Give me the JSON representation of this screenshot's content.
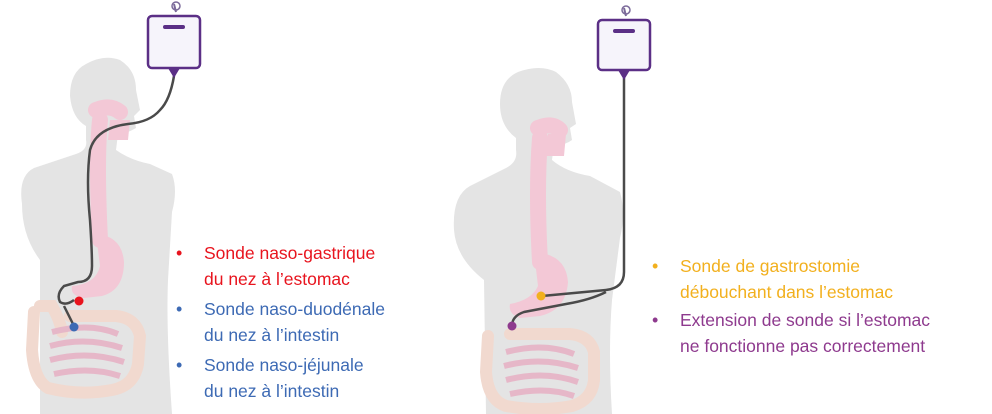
{
  "colors": {
    "red": "#e8141e",
    "blue": "#3d6ab4",
    "orange": "#f2b01e",
    "purple": "#8e3a8e",
    "silhouette": "#e4e4e4",
    "organ_pink": "#f3c8d6",
    "intestine": "#f1d9cf",
    "tube": "#4a4a4a",
    "bag_outline": "#5b2f86"
  },
  "left_legend": [
    {
      "line1": "Sonde naso-gastrique",
      "line2": "du nez à l’estomac",
      "bullet": "•"
    },
    {
      "line1": "Sonde naso-duodénale",
      "line2": "du nez à l’intestin",
      "bullet": "•"
    },
    {
      "line1": "Sonde naso-jéjunale",
      "line2": "du nez à l’intestin",
      "bullet": "•"
    }
  ],
  "right_legend": [
    {
      "line1": "Sonde de gastrostomie",
      "line2": "débouchant dans l’estomac",
      "bullet": "•"
    },
    {
      "line1": "Extension de sonde si l’estomac",
      "line2": "ne fonctionne pas correctement",
      "bullet": "•"
    }
  ]
}
